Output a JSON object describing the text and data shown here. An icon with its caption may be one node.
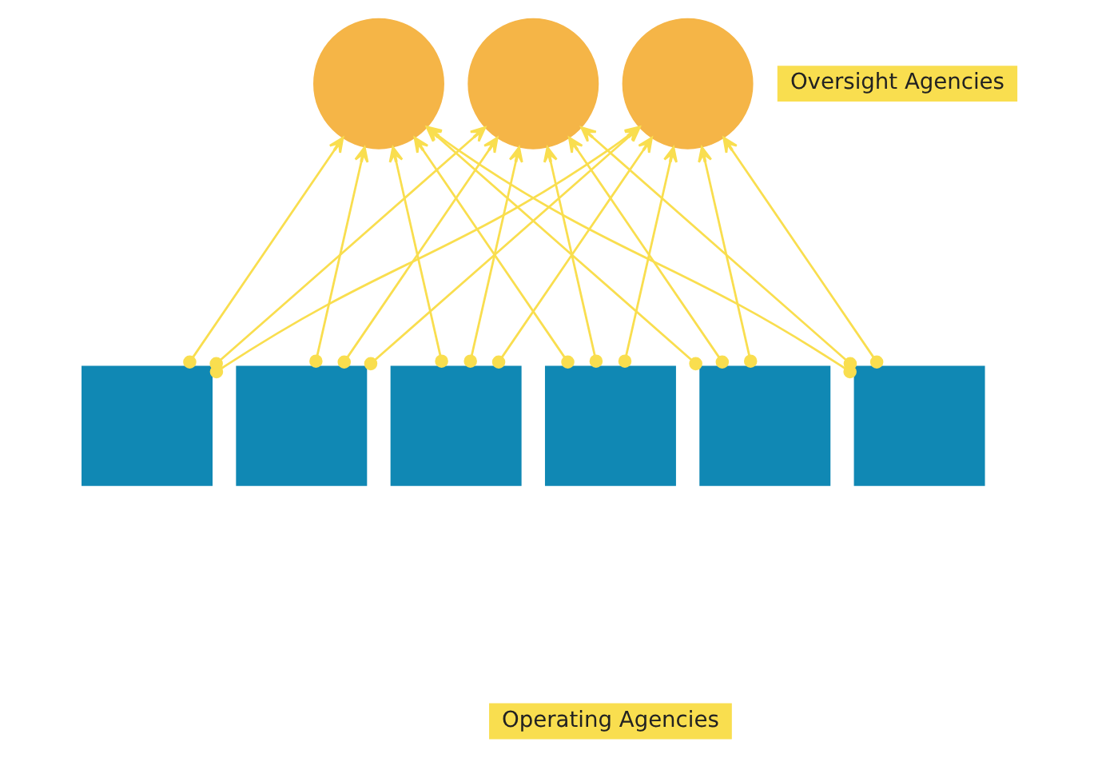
{
  "diagram": {
    "nodes": [
      {
        "text": [],
        "shape": "circle"
      },
      {
        "text": [],
        "shape": "circle"
      },
      {
        "text": [],
        "shape": "circle"
      },
      {
        "text": [],
        "shape": "box"
      },
      {
        "text": [],
        "shape": "box"
      },
      {
        "text": [],
        "shape": "box"
      },
      {
        "text": [],
        "shape": "box"
      },
      {
        "text": [],
        "shape": "box"
      },
      {
        "text": [],
        "shape": "box"
      }
    ],
    "edges": [
      {
        "from": 3,
        "to": 0,
        "arrow": "to"
      },
      {
        "from": 3,
        "to": 1,
        "arrow": "to"
      },
      {
        "from": 3,
        "to": 2,
        "arrow": "to"
      },
      {
        "from": 4,
        "to": 0,
        "arrow": "to"
      },
      {
        "from": 4,
        "to": 1,
        "arrow": "to"
      },
      {
        "from": 4,
        "to": 2,
        "arrow": "to"
      },
      {
        "from": 5,
        "to": 0,
        "arrow": "to"
      },
      {
        "from": 5,
        "to": 1,
        "arrow": "to"
      },
      {
        "from": 5,
        "to": 2,
        "arrow": "to"
      },
      {
        "from": 6,
        "to": 0,
        "arrow": "to"
      },
      {
        "from": 6,
        "to": 1,
        "arrow": "to"
      },
      {
        "from": 6,
        "to": 2,
        "arrow": "to"
      },
      {
        "from": 7,
        "to": 0,
        "arrow": "to"
      },
      {
        "from": 7,
        "to": 1,
        "arrow": "to"
      },
      {
        "from": 7,
        "to": 2,
        "arrow": "to"
      },
      {
        "from": 8,
        "to": 0,
        "arrow": "to"
      },
      {
        "from": 8,
        "to": 1,
        "arrow": "to"
      },
      {
        "from": 8,
        "to": 2,
        "arrow": "to"
      }
    ],
    "labels": [
      "Oversight Agencies",
      "Operating Agencies"
    ]
  }
}
